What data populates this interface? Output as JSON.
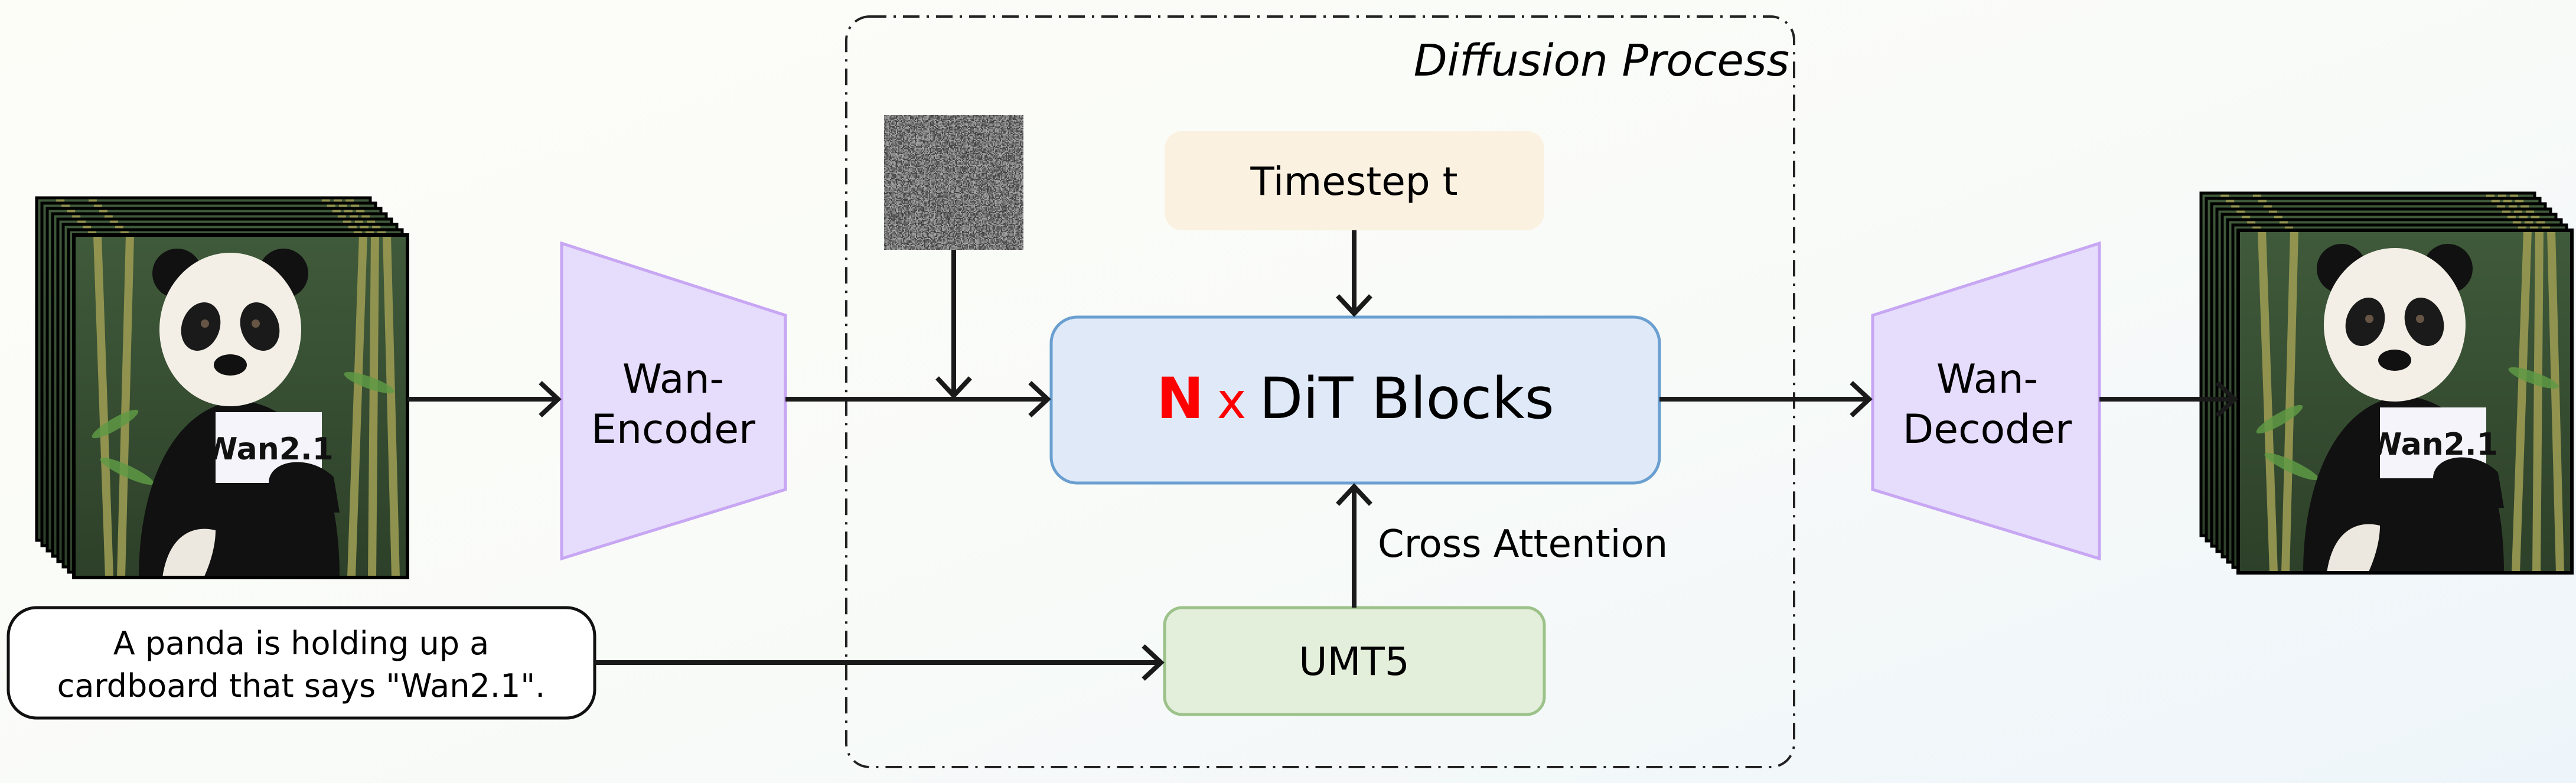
{
  "diagram": {
    "container_label": "Diffusion Process",
    "input_video": {
      "sign_text": "Wan2.1",
      "frame_count": 8
    },
    "output_video": {
      "sign_text": "Wan2.1",
      "frame_count": 8
    },
    "encoder": {
      "line1": "Wan-",
      "line2": "Encoder"
    },
    "decoder": {
      "line1": "Wan-",
      "line2": "Decoder"
    },
    "timestep": {
      "label": "Timestep t"
    },
    "dit": {
      "n": "N",
      "x": "x",
      "label": "DiT Blocks"
    },
    "cross_attention": {
      "label": "Cross Attention"
    },
    "text_encoder": {
      "label": "UMT5"
    },
    "prompt": {
      "line1": "A panda is holding up a",
      "line2": "cardboard that says \"Wan2.1\"."
    },
    "colors": {
      "encoder_fill": "#e6dcfb",
      "encoder_stroke": "#c7a6f3",
      "timestep_fill": "#faf1e0",
      "dit_fill": "#dfe9f8",
      "dit_stroke": "#6a9fd0",
      "umt5_fill": "#e3eedb",
      "umt5_stroke": "#9cc28a",
      "accent_red": "#ff0000"
    }
  }
}
